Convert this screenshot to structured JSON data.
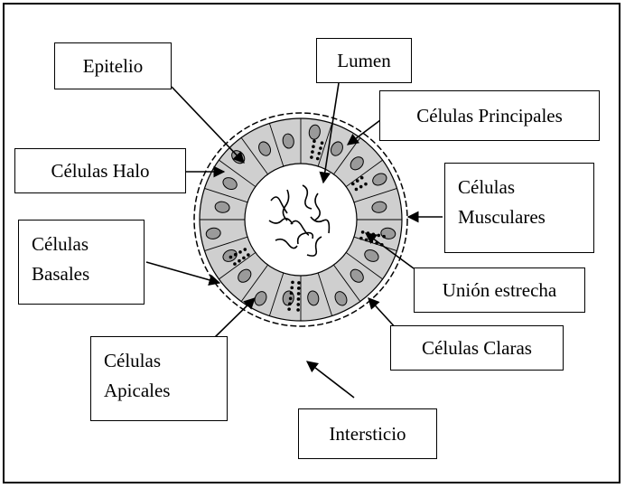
{
  "labels": {
    "epitelio": "Epitelio",
    "lumen": "Lumen",
    "principales": "Células Principales",
    "halo": "Células Halo",
    "musculares_1": "Células",
    "musculares_2": "Musculares",
    "basales_1": "Células",
    "basales_2": "Basales",
    "union": "Unión estrecha",
    "claras": "Células Claras",
    "apicales_1": "Células",
    "apicales_2": "Apicales",
    "intersticio": "Intersticio"
  },
  "colors": {
    "cell_fill": "#cfcfcf",
    "nucleus_fill": "#9a9a9a",
    "lumen_fill": "#ffffff",
    "stroke": "#000000"
  },
  "icons": [
    "sperm-icon",
    "granule-icon",
    "arrow-icon"
  ]
}
